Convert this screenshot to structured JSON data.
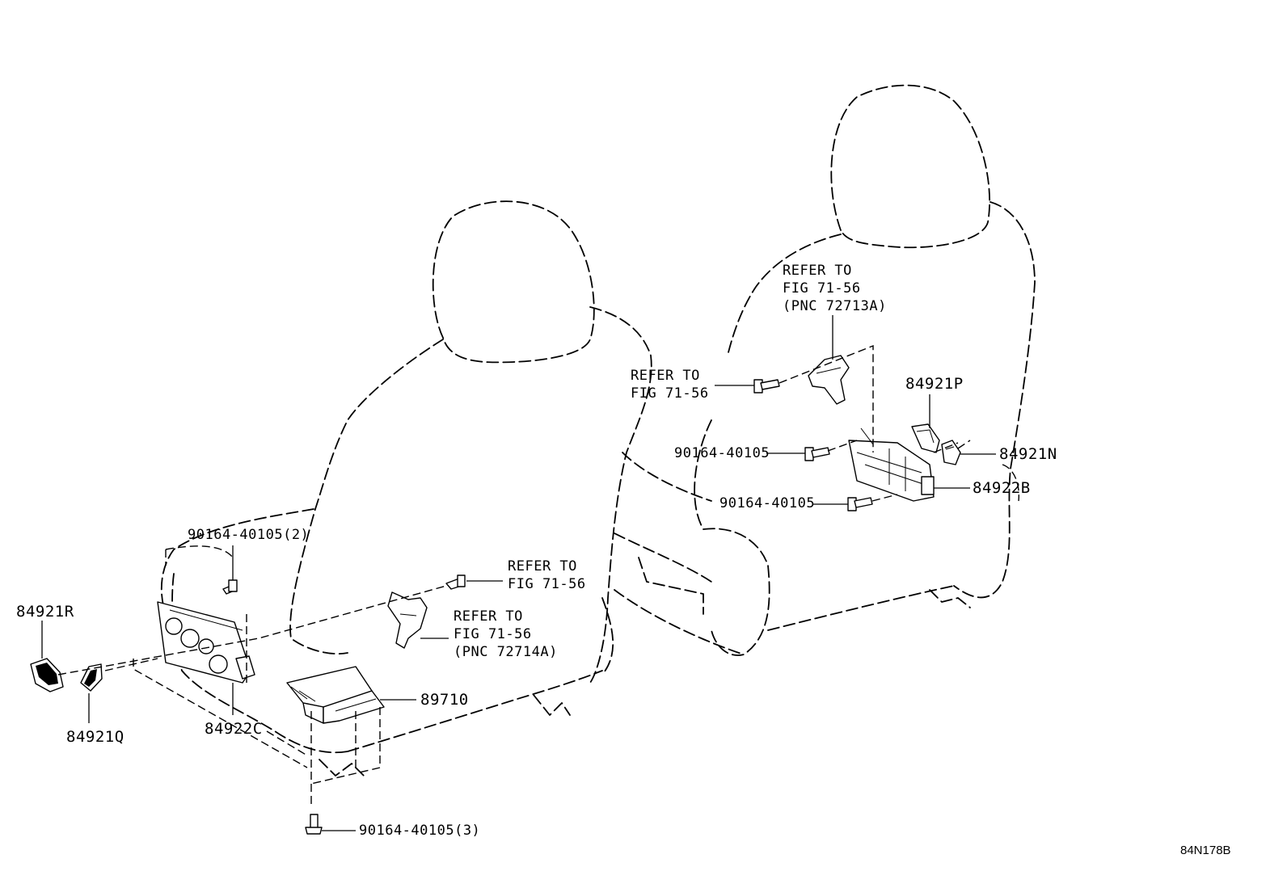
{
  "labels": {
    "left_bolt_2": "90164-40105(2)",
    "left_refer_top_1": "REFER TO",
    "left_refer_top_2": "FIG 71-56",
    "left_refer_mid_1": "REFER TO",
    "left_refer_mid_2": "FIG 71-56",
    "left_refer_mid_3": "(PNC 72714A)",
    "part_84921R": "84921R",
    "part_84921Q": "84921Q",
    "part_84922C": "84922C",
    "part_89710": "89710",
    "left_bolt_3": "90164-40105(3)",
    "right_refer_top_1": "REFER TO",
    "right_refer_top_2": "FIG 71-56",
    "right_refer_top_3": "(PNC 72713A)",
    "right_refer_mid_1": "REFER TO",
    "right_refer_mid_2": "FIG 71-56",
    "part_84921P": "84921P",
    "part_84921N": "84921N",
    "part_84922B": "84922B",
    "right_bolt_a": "90164-40105",
    "right_bolt_b": "90164-40105",
    "diagram_code": "84N178B"
  }
}
